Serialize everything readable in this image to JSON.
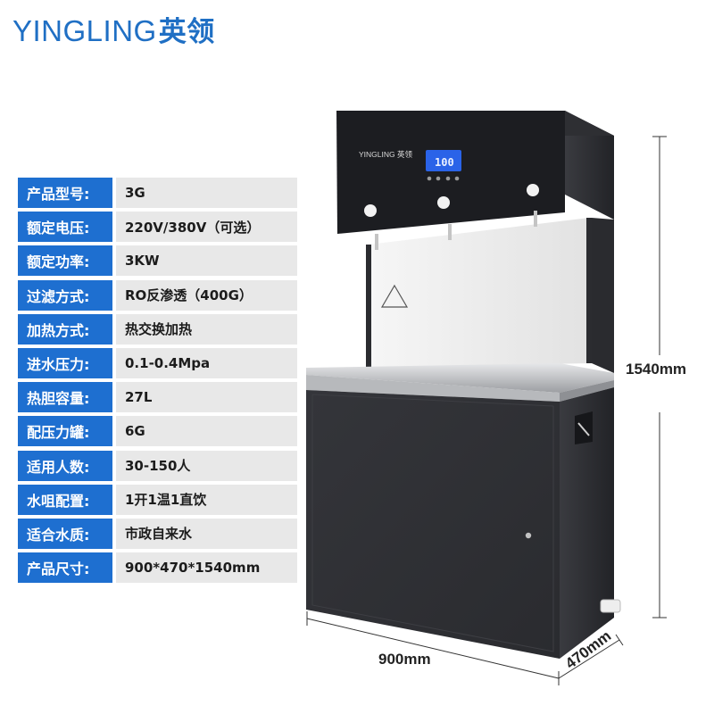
{
  "logo": {
    "latin": "YINGLING",
    "chinese": "英领",
    "color": "#1f6fc4"
  },
  "product": {
    "brand_label": "YINGLING 英领",
    "display_reading": "100",
    "warning_symbol": "warning-triangle-icon"
  },
  "specs": [
    {
      "label": "产品型号:",
      "value": "3G"
    },
    {
      "label": "额定电压:",
      "value": "220V/380V（可选）"
    },
    {
      "label": "额定功率:",
      "value": "3KW"
    },
    {
      "label": "过滤方式:",
      "value": "RO反渗透（400G）"
    },
    {
      "label": "加热方式:",
      "value": "热交换加热"
    },
    {
      "label": "进水压力:",
      "value": "0.1-0.4Mpa"
    },
    {
      "label": "热胆容量:",
      "value": "27L"
    },
    {
      "label": "配压力罐:",
      "value": "6G"
    },
    {
      "label": "适用人数:",
      "value": "30-150人"
    },
    {
      "label": "水咀配置:",
      "value": "1开1温1直饮"
    },
    {
      "label": "适合水质:",
      "value": "市政自来水"
    },
    {
      "label": "产品尺寸:",
      "value": "900*470*1540mm"
    }
  ],
  "dimensions": {
    "height": "1540mm",
    "width": "900mm",
    "depth": "470mm"
  },
  "colors": {
    "label_bg": "#1e6fd0",
    "value_bg": "#e8e8e8",
    "body": "#2b2c30",
    "screen": "#2a63e8"
  }
}
